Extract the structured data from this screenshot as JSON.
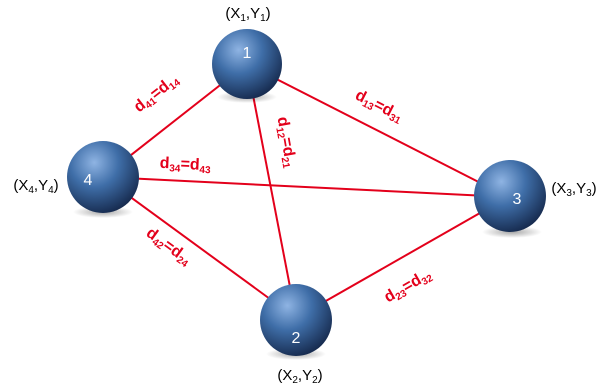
{
  "nodes": [
    {
      "id": "1",
      "coord": {
        "x": "X",
        "xs": "1",
        "sep": ",",
        "y": "Y",
        "ys": "1"
      }
    },
    {
      "id": "2",
      "coord": {
        "x": "X",
        "xs": "2",
        "sep": ",",
        "y": "Y",
        "ys": "2"
      }
    },
    {
      "id": "3",
      "coord": {
        "x": "X",
        "xs": "3",
        "sep": ",",
        "y": "Y",
        "ys": "3"
      }
    },
    {
      "id": "4",
      "coord": {
        "x": "X",
        "xs": "4",
        "sep": ",",
        "y": "Y",
        "ys": "4"
      }
    }
  ],
  "edges": [
    {
      "from": "4",
      "to": "1",
      "label": {
        "a": "d",
        "as": "41",
        "eq": "=",
        "b": "d",
        "bs": "14"
      }
    },
    {
      "from": "1",
      "to": "2",
      "label": {
        "a": "d",
        "as": "12",
        "eq": "=",
        "b": "d",
        "bs": "21"
      }
    },
    {
      "from": "1",
      "to": "3",
      "label": {
        "a": "d",
        "as": "13",
        "eq": "=",
        "b": "d",
        "bs": "31"
      }
    },
    {
      "from": "4",
      "to": "3",
      "label": {
        "a": "d",
        "as": "34",
        "eq": "=",
        "b": "d",
        "bs": "43"
      }
    },
    {
      "from": "4",
      "to": "2",
      "label": {
        "a": "d",
        "as": "42",
        "eq": "=",
        "b": "d",
        "bs": "24"
      }
    },
    {
      "from": "2",
      "to": "3",
      "label": {
        "a": "d",
        "as": "23",
        "eq": "=",
        "b": "d",
        "bs": "32"
      }
    }
  ],
  "colors": {
    "edge": "#e3001b",
    "label": "#e3001b",
    "sphere_light": "#8fb4e3",
    "sphere_mid": "#3f6ea8",
    "sphere_dark": "#14274a",
    "node_number": "#ffffff",
    "coord_text": "#000000"
  }
}
